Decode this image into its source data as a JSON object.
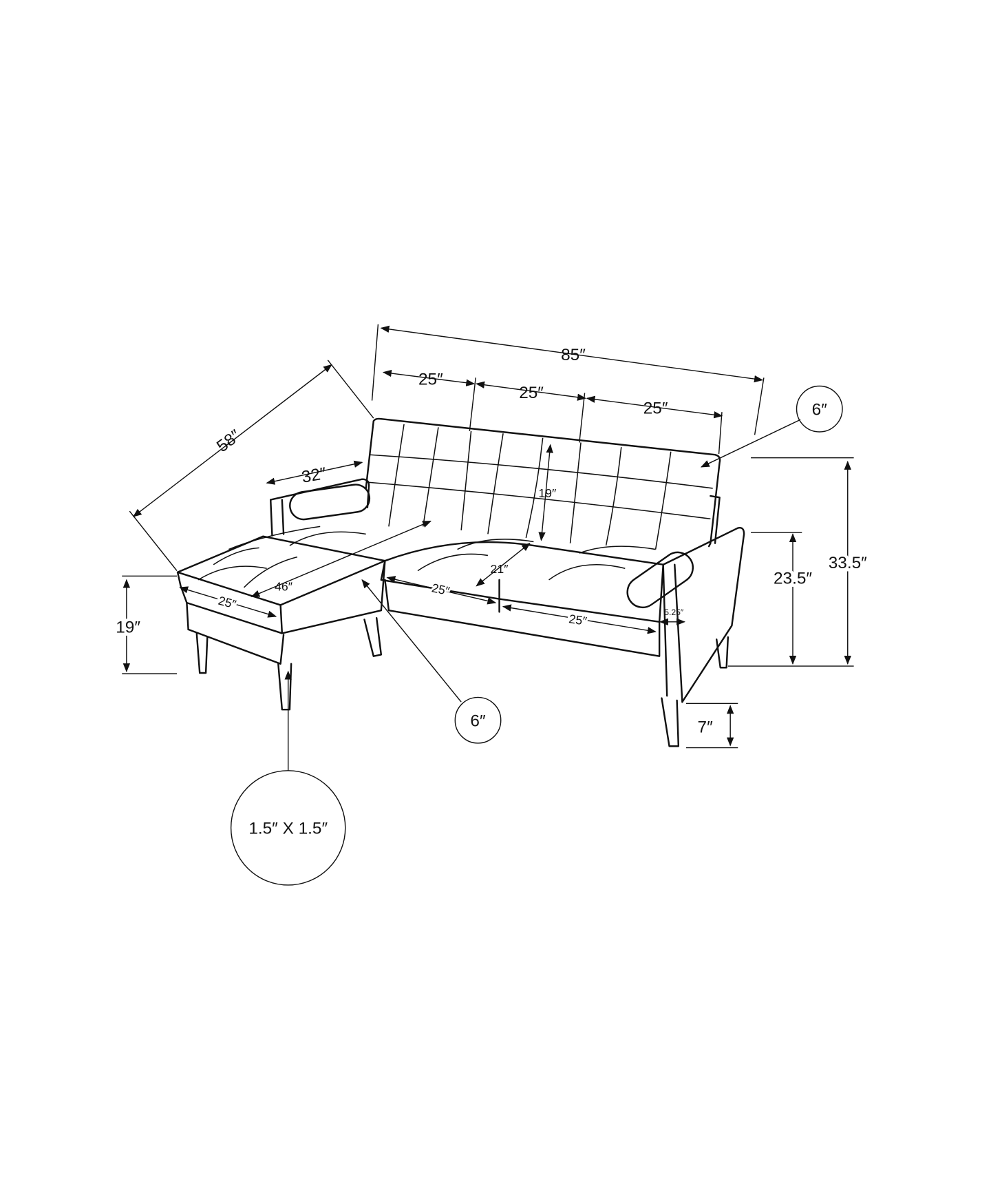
{
  "dimensions": {
    "overall_width": "85″",
    "back_section_1": "25″",
    "back_section_2": "25″",
    "back_section_3": "25″",
    "overall_depth": "58″",
    "chaise_depth": "32″",
    "back_height": "19″",
    "back_thickness_callout": "6″",
    "overall_height": "33.5″",
    "arm_height": "23.5″",
    "seat_depth": "21″",
    "chaise_length": "46″",
    "chaise_width": "25″",
    "seat_cushion_1": "25″",
    "seat_cushion_2": "25″",
    "arm_width": "5.25″",
    "seat_height": "19″",
    "chaise_gap_callout": "6″",
    "leg_height": "7″",
    "leg_size_callout": "1.5″ X 1.5″"
  }
}
